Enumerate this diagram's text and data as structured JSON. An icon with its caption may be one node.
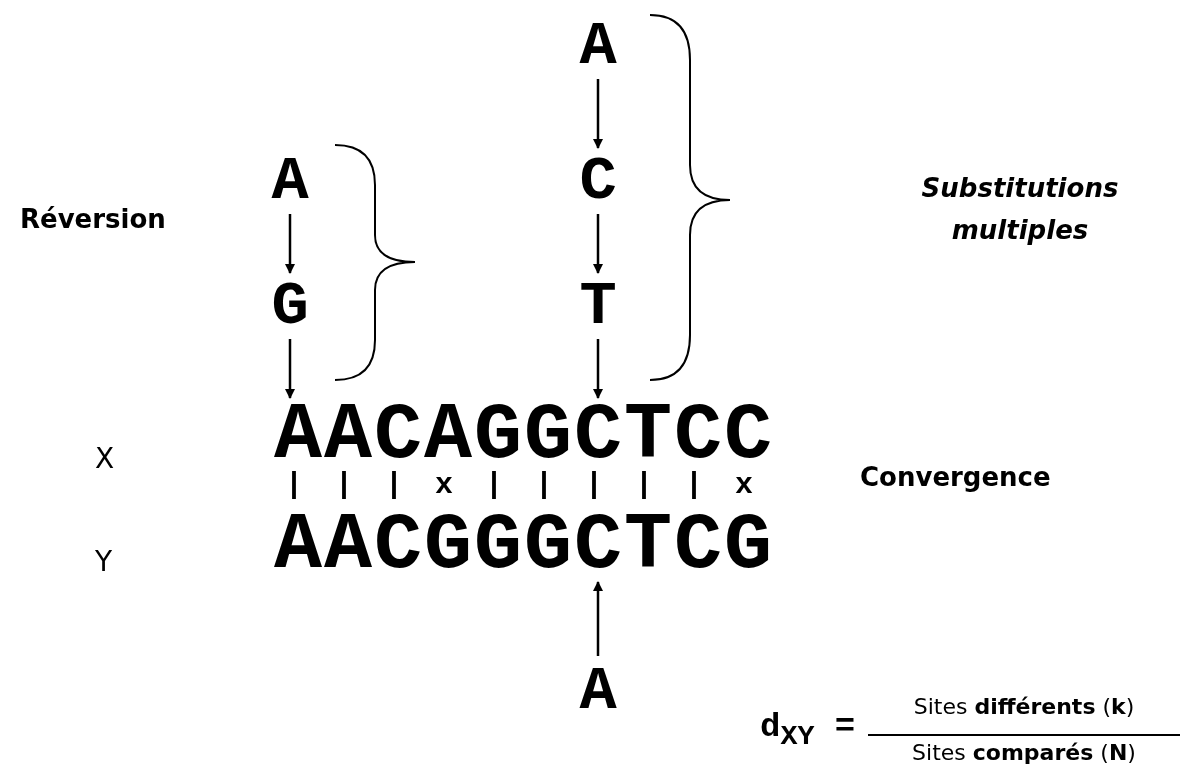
{
  "diagram": {
    "nodes": [
      {
        "text": [
          "A"
        ]
      },
      {
        "text": [
          "A"
        ]
      },
      {
        "text": [
          "C"
        ]
      },
      {
        "text": [
          "G"
        ]
      },
      {
        "text": [
          "T"
        ]
      },
      {
        "text": [
          "AACAGGCTCC"
        ]
      },
      {
        "text": [
          "AACGGGCTCG"
        ]
      },
      {
        "text": [
          "A"
        ]
      }
    ],
    "edges": [
      {
        "from": 1,
        "to": 3,
        "arrow": "to"
      },
      {
        "from": 3,
        "to": 5,
        "arrow": "to"
      },
      {
        "from": 0,
        "to": 2,
        "arrow": "to"
      },
      {
        "from": 2,
        "to": 4,
        "arrow": "to"
      },
      {
        "from": 4,
        "to": 5,
        "arrow": "to"
      },
      {
        "from": 7,
        "to": 6,
        "arrow": "to"
      }
    ],
    "labels": [
      "Réversion",
      "Substitutions multiples",
      "X",
      "| | | x | | | | | x",
      "Convergence",
      "Y",
      "d$_{XY}$ =",
      "Sites **différents** (**k**)",
      "Sites **comparés** (**N**)"
    ]
  }
}
